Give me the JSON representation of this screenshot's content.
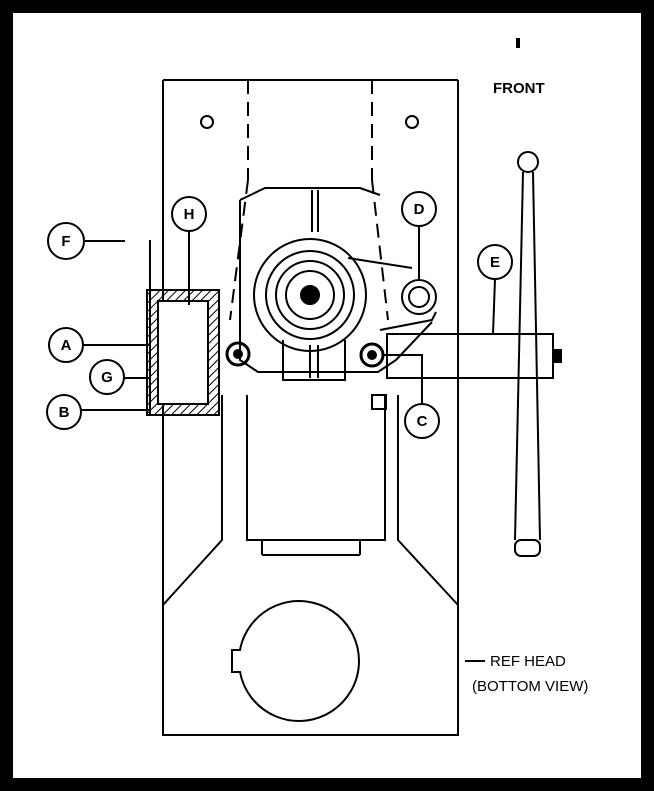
{
  "diagram": {
    "front_label": "FRONT",
    "ref_head_line1": "REF HEAD",
    "ref_head_line2": "(BOTTOM VIEW)",
    "callouts": {
      "A": "A",
      "B": "B",
      "C": "C",
      "D": "D",
      "E": "E",
      "F": "F",
      "G": "G",
      "H": "H"
    }
  }
}
